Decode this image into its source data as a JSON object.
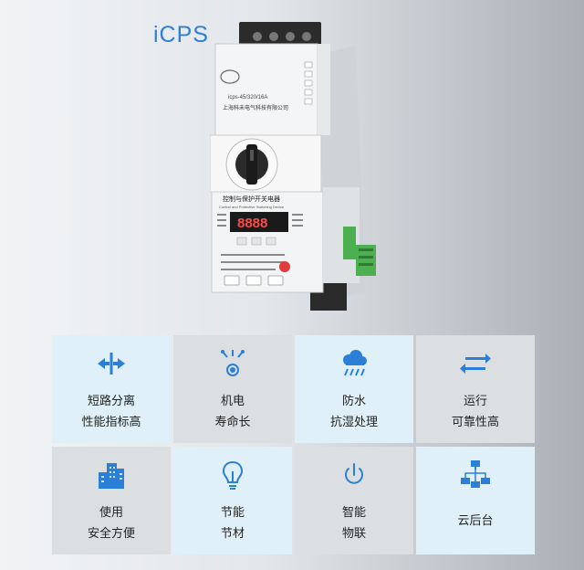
{
  "brand": {
    "title": "iCPS"
  },
  "device": {
    "model_label": "icps-45/320/16A",
    "maker_label": "上海科未电气科技有限公司",
    "panel_title": "控制与保护开关电器",
    "panel_subtitle": "Control and Protective Switching Device",
    "display_value": "8888"
  },
  "features": [
    {
      "icon": "split-arrows-icon",
      "line1": "短路分离",
      "line2": "性能指标高",
      "tone": "blue"
    },
    {
      "icon": "electric-motor-icon",
      "line1": "机电",
      "line2": "寿命长",
      "tone": "gray"
    },
    {
      "icon": "rain-cloud-icon",
      "line1": "防水",
      "line2": "抗湿处理",
      "tone": "blue"
    },
    {
      "icon": "swap-arrows-icon",
      "line1": "运行",
      "line2": "可靠性高",
      "tone": "gray"
    },
    {
      "icon": "buildings-icon",
      "line1": "使用",
      "line2": "安全方便",
      "tone": "gray"
    },
    {
      "icon": "lightbulb-icon",
      "line1": "节能",
      "line2": "节材",
      "tone": "blue"
    },
    {
      "icon": "power-icon",
      "line1": "智能",
      "line2": "物联",
      "tone": "gray"
    },
    {
      "icon": "network-computers-icon",
      "line1": "云后台",
      "line2": "",
      "tone": "blue"
    }
  ],
  "colors": {
    "accent": "#2c7fd6",
    "tile_blue": "#dff0f8",
    "tile_gray": "#dcdfe2",
    "terminal_green": "#4caf50"
  }
}
